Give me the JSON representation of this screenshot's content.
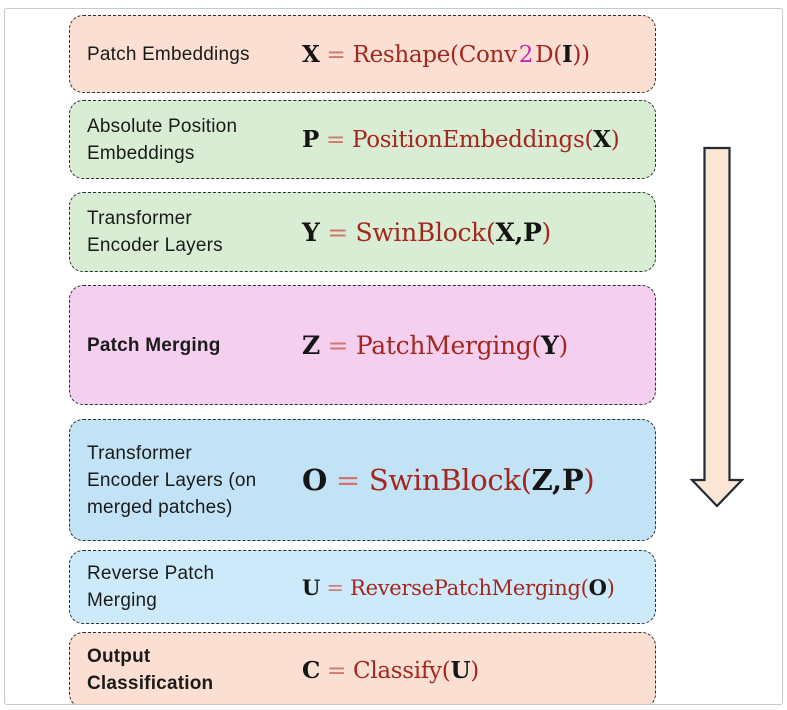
{
  "colors": {
    "frame_border": "#c9c9c9",
    "box_border": "#2e2e2e",
    "label_text": "#1b1b1b",
    "formula_var": "#151515",
    "formula_eq": "#d0786c",
    "formula_fn": "#a3271e",
    "formula_accent": "#c02cb4",
    "arrow_fill": "#fce5d5",
    "arrow_stroke": "#222b38",
    "bg_peach": "#fbdfd2",
    "bg_green": "#d9edd4",
    "bg_pink": "#f5cfef",
    "bg_blue": "#c2e2f5",
    "bg_lightblue": "#cdeafa"
  },
  "arrow": {
    "direction": "down"
  },
  "blocks": [
    {
      "id": "patch-embeddings",
      "label_lines": [
        "Patch Embeddings"
      ],
      "bold": false,
      "bg": "#fbdfd2",
      "height": 78,
      "gap_before": 0,
      "formula_size": 23,
      "formula": [
        {
          "t": "X",
          "c": "var"
        },
        {
          "t": " = ",
          "c": "eq"
        },
        {
          "t": "Reshape(Conv",
          "c": "fn"
        },
        {
          "t": "2",
          "c": "accent"
        },
        {
          "t": "D(",
          "c": "fn"
        },
        {
          "t": "I",
          "c": "var"
        },
        {
          "t": "))",
          "c": "fn"
        }
      ]
    },
    {
      "id": "absolute-position-embeddings",
      "label_lines": [
        "Absolute Position",
        "Embeddings"
      ],
      "bold": false,
      "bg": "#d9edd4",
      "height": 79,
      "gap_before": 7,
      "formula_size": 23,
      "formula": [
        {
          "t": "P",
          "c": "var"
        },
        {
          "t": " = ",
          "c": "eq"
        },
        {
          "t": "PositionEmbeddings(",
          "c": "fn"
        },
        {
          "t": "X",
          "c": "var"
        },
        {
          "t": ")",
          "c": "fn"
        }
      ]
    },
    {
      "id": "transformer-encoder-layers",
      "label_lines": [
        "Transformer",
        "Encoder Layers"
      ],
      "bold": false,
      "bg": "#d9edd4",
      "height": 80,
      "gap_before": 13,
      "formula_size": 25,
      "formula": [
        {
          "t": "Y",
          "c": "var"
        },
        {
          "t": " = ",
          "c": "eq"
        },
        {
          "t": "SwinBlock(",
          "c": "fn"
        },
        {
          "t": "X",
          "c": "var"
        },
        {
          "t": ",",
          "c": "var"
        },
        {
          "t": "P",
          "c": "var"
        },
        {
          "t": ")",
          "c": "fn"
        }
      ]
    },
    {
      "id": "patch-merging",
      "label_lines": [
        "Patch Merging"
      ],
      "bold": true,
      "bg": "#f5cfef",
      "height": 120,
      "gap_before": 13,
      "formula_size": 25,
      "formula": [
        {
          "t": "Z",
          "c": "var"
        },
        {
          "t": " = ",
          "c": "eq"
        },
        {
          "t": "PatchMerging(",
          "c": "fn"
        },
        {
          "t": "Y",
          "c": "var"
        },
        {
          "t": ")",
          "c": "fn"
        }
      ]
    },
    {
      "id": "transformer-encoder-layers-merged",
      "label_lines": [
        "Transformer",
        "Encoder Layers (on",
        "merged patches)"
      ],
      "bold": false,
      "bg": "#c2e2f5",
      "height": 122,
      "gap_before": 14,
      "formula_size": 29,
      "formula": [
        {
          "t": "O",
          "c": "var"
        },
        {
          "t": " = ",
          "c": "eq"
        },
        {
          "t": "SwinBlock(",
          "c": "fn"
        },
        {
          "t": "Z",
          "c": "var"
        },
        {
          "t": ",",
          "c": "var"
        },
        {
          "t": "P",
          "c": "var"
        },
        {
          "t": ")",
          "c": "fn"
        }
      ]
    },
    {
      "id": "reverse-patch-merging",
      "label_lines": [
        "Reverse Patch",
        "Merging"
      ],
      "bold": false,
      "bg": "#cdeafa",
      "height": 74,
      "gap_before": 9,
      "formula_size": 21,
      "formula": [
        {
          "t": "U",
          "c": "var"
        },
        {
          "t": " = ",
          "c": "eq"
        },
        {
          "t": "ReversePatchMerging(",
          "c": "fn"
        },
        {
          "t": "O",
          "c": "var"
        },
        {
          "t": ")",
          "c": "fn"
        }
      ]
    },
    {
      "id": "output-classification",
      "label_lines": [
        "Output",
        "Classification"
      ],
      "bold": true,
      "bg": "#fbdfd2",
      "height": 76,
      "gap_before": 8,
      "formula_size": 23,
      "formula": [
        {
          "t": "C",
          "c": "var"
        },
        {
          "t": " = ",
          "c": "eq"
        },
        {
          "t": "Classify(",
          "c": "fn"
        },
        {
          "t": "U",
          "c": "var"
        },
        {
          "t": ")",
          "c": "fn"
        }
      ]
    }
  ]
}
